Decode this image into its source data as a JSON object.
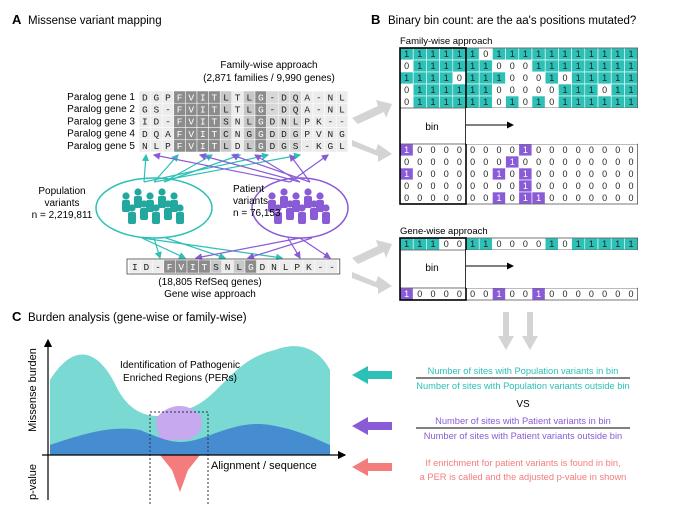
{
  "colors": {
    "teal": "#2cc0b6",
    "teal_light": "#8fdcd6",
    "purple": "#8a5bd6",
    "purple_light": "#c6a9ef",
    "blue": "#3c7fd0",
    "red": "#f08080",
    "grey": "#c8c8c8"
  },
  "panelA": {
    "letter": "A",
    "title": "Missense variant mapping",
    "family_label": "Family-wise approach",
    "family_sub": "(2,871 families / 9,990 genes)",
    "paralogs": [
      {
        "label": "Paralog gene 1",
        "residues": [
          "D",
          "G",
          "P",
          "F",
          "V",
          "I",
          "T",
          "L",
          "T",
          "L",
          "G",
          "-",
          "D",
          "Q",
          "A",
          "-",
          "N",
          "L"
        ]
      },
      {
        "label": "Paralog gene 2",
        "residues": [
          "G",
          "S",
          "-",
          "F",
          "V",
          "I",
          "T",
          "L",
          "T",
          "L",
          "G",
          "-",
          "D",
          "Q",
          "A",
          "-",
          "N",
          "L"
        ]
      },
      {
        "label": "Paralog gene 3",
        "residues": [
          "I",
          "D",
          "-",
          "F",
          "V",
          "I",
          "T",
          "S",
          "N",
          "L",
          "G",
          "D",
          "N",
          "L",
          "P",
          "K",
          "-",
          "-"
        ]
      },
      {
        "label": "Paralog gene 4",
        "residues": [
          "D",
          "Q",
          "A",
          "F",
          "V",
          "I",
          "T",
          "C",
          "N",
          "G",
          "G",
          "D",
          "D",
          "G",
          "P",
          "V",
          "N",
          "G"
        ]
      },
      {
        "label": "Paralog gene 5",
        "residues": [
          "N",
          "L",
          "P",
          "F",
          "V",
          "I",
          "T",
          "L",
          "D",
          "L",
          "G",
          "D",
          "G",
          "S",
          "-",
          "K",
          "G",
          "L"
        ]
      }
    ],
    "population_label": "Population",
    "population_label2": "variants",
    "population_n": "n = 2,219,811",
    "patient_label": "Patient",
    "patient_label2": "variants",
    "patient_n": "n = 76,153",
    "gene_residues": [
      "I",
      "D",
      "-",
      "F",
      "V",
      "I",
      "T",
      "S",
      "N",
      "L",
      "G",
      "D",
      "N",
      "L",
      "P",
      "K",
      "-",
      "-"
    ],
    "gene_sub": "(18,805 RefSeq genes)",
    "gene_label": "Gene wise approach"
  },
  "panelB": {
    "letter": "B",
    "title": "Binary bin count: are the aa's positions mutated?",
    "family_label": "Family-wise approach",
    "family_top": [
      [
        1,
        1,
        1,
        1,
        1,
        1,
        0,
        1,
        1,
        1,
        1,
        1,
        1,
        1,
        1,
        1,
        1,
        1
      ],
      [
        0,
        1,
        1,
        1,
        1,
        1,
        1,
        0,
        0,
        0,
        1,
        1,
        1,
        1,
        1,
        1,
        1,
        1
      ],
      [
        1,
        1,
        1,
        1,
        0,
        1,
        1,
        1,
        0,
        0,
        0,
        1,
        0,
        1,
        1,
        1,
        1,
        1
      ],
      [
        0,
        1,
        1,
        1,
        1,
        1,
        1,
        0,
        0,
        0,
        0,
        0,
        1,
        1,
        1,
        0,
        1,
        1
      ],
      [
        0,
        1,
        1,
        1,
        1,
        1,
        1,
        0,
        1,
        0,
        1,
        0,
        1,
        1,
        1,
        1,
        1,
        1
      ]
    ],
    "family_bottom": [
      [
        1,
        0,
        0,
        0,
        0,
        0,
        0,
        0,
        0,
        1,
        0,
        0,
        0,
        0,
        0,
        0,
        0,
        0
      ],
      [
        0,
        0,
        0,
        0,
        0,
        0,
        0,
        0,
        1,
        0,
        0,
        0,
        0,
        0,
        0,
        0,
        0,
        0
      ],
      [
        1,
        0,
        0,
        0,
        0,
        0,
        0,
        1,
        0,
        1,
        0,
        0,
        0,
        0,
        0,
        0,
        0,
        0
      ],
      [
        0,
        0,
        0,
        0,
        0,
        0,
        0,
        0,
        0,
        1,
        0,
        0,
        0,
        0,
        0,
        0,
        0,
        0
      ],
      [
        0,
        0,
        0,
        0,
        0,
        0,
        0,
        1,
        0,
        1,
        1,
        0,
        0,
        0,
        0,
        0,
        0,
        0
      ]
    ],
    "bin_label": "bin",
    "gene_label": "Gene-wise approach",
    "gene_top": [
      1,
      1,
      1,
      0,
      0,
      1,
      1,
      0,
      0,
      0,
      0,
      1,
      0,
      1,
      1,
      1,
      1,
      1
    ],
    "gene_bottom": [
      1,
      0,
      0,
      0,
      0,
      0,
      0,
      1,
      0,
      0,
      1,
      0,
      0,
      0,
      0,
      0,
      0,
      0
    ],
    "gene_bin_label": "bin"
  },
  "panelC": {
    "letter": "C",
    "title": "Burden analysis (gene-wise or family-wise)",
    "ylabel_top": "Missense burden",
    "ylabel_bottom": "p-value",
    "xlabel": "Alignment / sequence",
    "per_label_1": "Identification of Pathogenic",
    "per_label_2": "Enriched Regions (PERs)",
    "pop_num": "Number of sites with Population variants in bin",
    "pop_den": "Number of sites with Population variants outside bin",
    "vs": "VS",
    "pat_num": "Number of sites with Patient variants in bin",
    "pat_den": "Number of sites with Patient variants outside bin",
    "enrich_1": "If enrichment for patient variants is found in bin,",
    "enrich_2": "a PER is called and the adjusted p-value in shown"
  }
}
